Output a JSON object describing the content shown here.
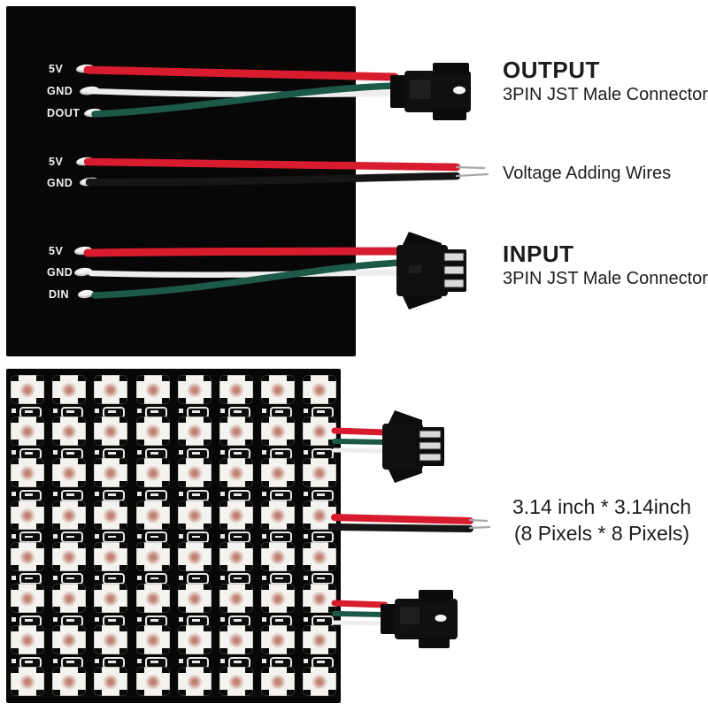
{
  "annotations": {
    "output": {
      "title": "OUTPUT",
      "subtitle": "3PIN JST Male Connector"
    },
    "voltage": {
      "label": "Voltage Adding Wires"
    },
    "input": {
      "title": "INPUT",
      "subtitle": "3PIN JST Male Connector"
    },
    "size": {
      "line1": "3.14 inch * 3.14inch",
      "line2": "(8 Pixels * 8 Pixels)"
    }
  },
  "wiring_panel": {
    "output_group": {
      "labels": [
        "5V",
        "GND",
        "DOUT"
      ]
    },
    "voltage_group": {
      "labels": [
        "5V",
        "GND"
      ]
    },
    "input_group": {
      "labels": [
        "5V",
        "GND",
        "DIN"
      ]
    }
  },
  "led_panel": {
    "rows": 8,
    "cols": 8
  },
  "colors": {
    "wire_red": "#d81b2d",
    "wire_green": "#1d5948",
    "wire_white": "#eeeeee",
    "wire_black": "#161616",
    "panel_black": "#070707",
    "connector_black": "#101010",
    "text_black": "#1c1c1c"
  }
}
